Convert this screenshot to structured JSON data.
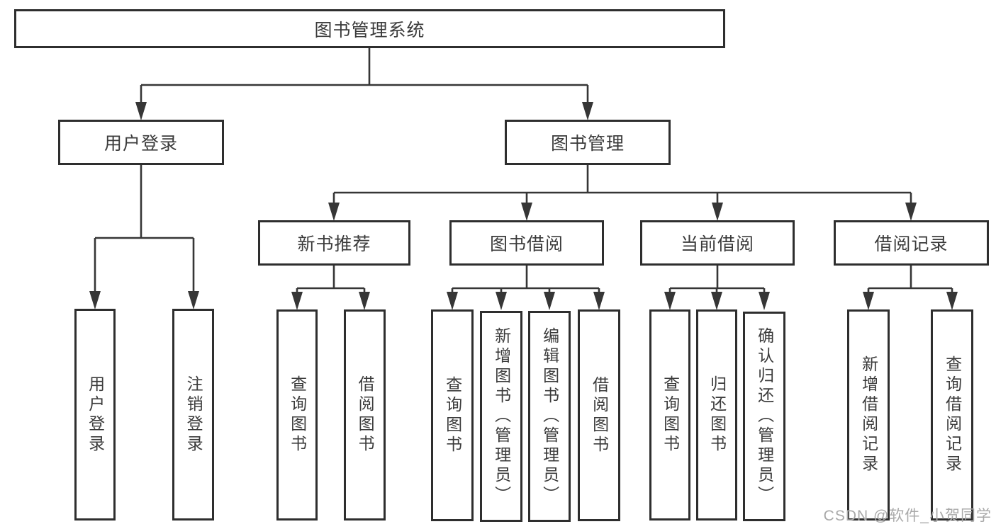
{
  "tree": {
    "root": "图书管理系统",
    "login": {
      "label": "用户登录",
      "leaves": [
        "用户登录",
        "注销登录"
      ]
    },
    "management": {
      "label": "图书管理",
      "groups": [
        {
          "label": "新书推荐",
          "leaves": [
            "查询图书",
            "借阅图书"
          ]
        },
        {
          "label": "图书借阅",
          "leaves": [
            "查询图书",
            "新增图书（管理员）",
            "编辑图书（管理员）",
            "借阅图书"
          ]
        },
        {
          "label": "当前借阅",
          "leaves": [
            "查询图书",
            "归还图书",
            "确认归还（管理员）"
          ]
        },
        {
          "label": "借阅记录",
          "leaves": [
            "新增借阅记录",
            "查询借阅记录"
          ]
        }
      ]
    }
  },
  "watermark": "CSDN @软件_小贺同学",
  "colors": {
    "line": "#363636",
    "text": "#3b3b3b",
    "watermark": "#a9a9a9",
    "background": "#ffffff"
  }
}
